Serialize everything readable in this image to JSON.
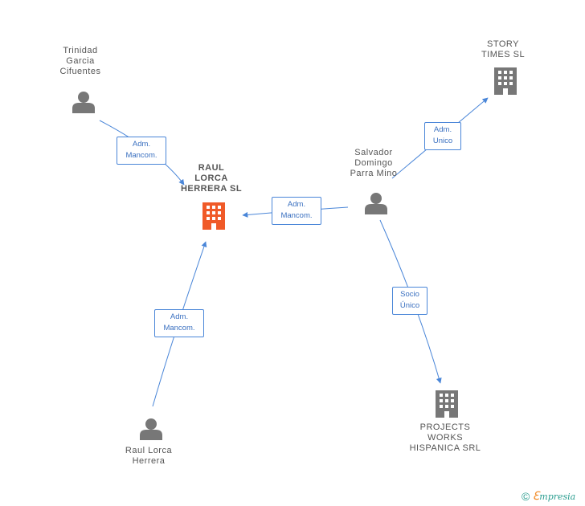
{
  "nodes": {
    "trinidad": {
      "label": "Trinidad\nGarcia\nCifuentes",
      "kind": "person"
    },
    "raul_sl": {
      "label": "RAUL\nLORCA\nHERRERA SL",
      "kind": "company-main"
    },
    "salvador": {
      "label": "Salvador\nDomingo\nParra Mino",
      "kind": "person"
    },
    "story": {
      "label": "STORY\nTIMES  SL",
      "kind": "company"
    },
    "projects": {
      "label": "PROJECTS\nWORKS\nHISPANICA SRL",
      "kind": "company"
    },
    "raul_person": {
      "label": "Raul Lorca\nHerrera",
      "kind": "person"
    }
  },
  "edges": {
    "trinidad_raul": "Adm.\nMancom.",
    "salvador_raul": "Adm.\nMancom.",
    "salvador_story": "Adm.\nUnico",
    "salvador_projects": "Socio\nÚnico",
    "raulperson_raul": "Adm.\nMancom."
  },
  "credit": {
    "symbol": "©",
    "brand_initial": "ℇ",
    "brand_rest": "mpresia"
  },
  "colors": {
    "edge": "#4a86d8",
    "main_company": "#f05a28",
    "company": "#777777",
    "person": "#777777"
  }
}
